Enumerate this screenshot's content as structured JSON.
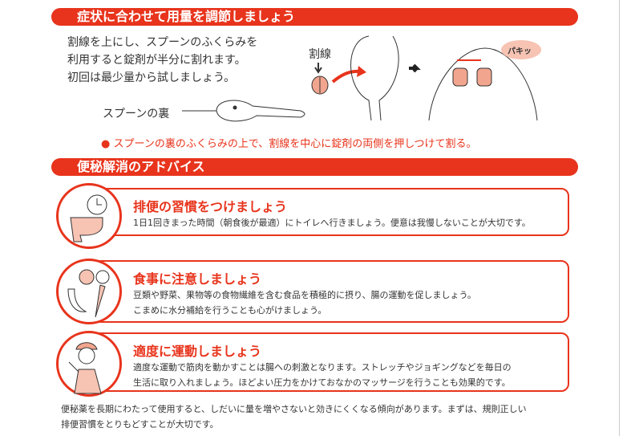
{
  "section1": {
    "title": "症状に合わせて用量を調節しましょう",
    "intro": "割線を上にし、スプーンのふくらみを\n利用すると錠剤が半分に割れます。\n初回は最少量から試しましょう。",
    "spoon_back_label": "スプーンの裏",
    "score_line_label": "割線",
    "snap_label": "パキッ",
    "note": "● スプーンの裏のふくらみの上で、割線を中心に錠剤の両側を押しつけて割る。"
  },
  "section2": {
    "title": "便秘解消のアドバイス",
    "cards": [
      {
        "title": "排便の習慣をつけましょう",
        "body": "1日1回きまった時間（朝食後が最適）にトイレへ行きましょう。便意は我慢しないことが大切です。"
      },
      {
        "title": "食事に注意しましょう",
        "body": "豆類や野菜、果物等の食物繊維を含む食品を積極的に摂り、腸の運動を促しましょう。\nこまめに水分補給を行うことも心がけましょう。"
      },
      {
        "title": "適度に運動しましょう",
        "body": "適度な運動で筋肉を動かすことは腸への刺激となります。ストレッチやジョギングなどを毎日の\n生活に取り入れましょう。ほどよい圧力をかけておなかのマッサージを行うことも効果的です。"
      }
    ]
  },
  "footer": "便秘薬を長期にわたって使用すると、しだいに量を増やさないと効きにくくなる傾向があります。まずは、規則正しい\n排便習慣をとりもどすことが大切です。",
  "colors": {
    "accent": "#e8341c",
    "pill": "#f2a58e"
  }
}
